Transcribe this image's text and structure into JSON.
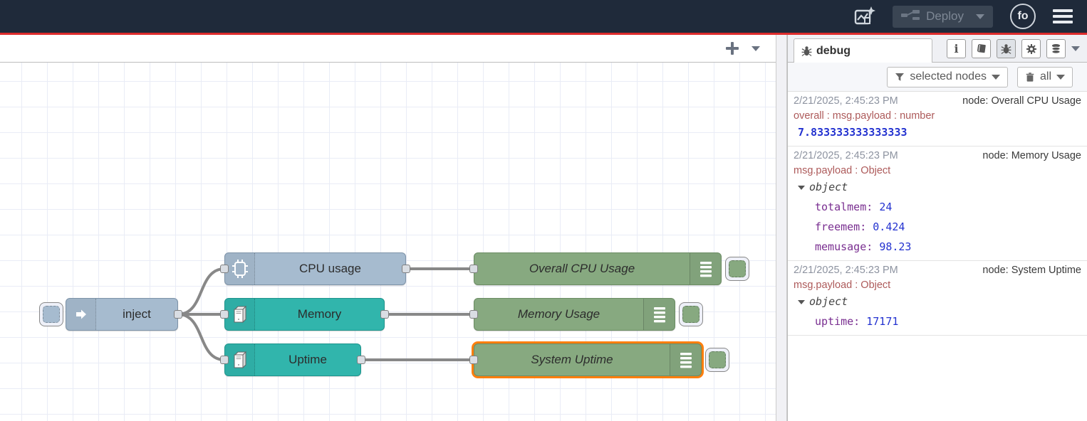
{
  "header": {
    "deploy_label": "Deploy",
    "avatar_initials": "fo",
    "colors": {
      "background": "#1f2a3a",
      "accent_red": "#dd2c2c",
      "deploy_bg": "#3a4553"
    }
  },
  "canvas": {
    "nodes": {
      "inject": {
        "label": "inject",
        "color": "#a6bbcf"
      },
      "cpu": {
        "label": "CPU usage",
        "color": "#a6bbcf"
      },
      "memory": {
        "label": "Memory",
        "color": "#31b5ac"
      },
      "uptime": {
        "label": "Uptime",
        "color": "#31b5ac"
      },
      "debug_cpu": {
        "label": "Overall CPU Usage",
        "color": "#87a980"
      },
      "debug_memory": {
        "label": "Memory Usage",
        "color": "#87a980"
      },
      "debug_uptime": {
        "label": "System Uptime",
        "color": "#87a980",
        "selected": true,
        "selection_color": "#ff7f0e"
      }
    }
  },
  "sidebar": {
    "tab_label": "debug",
    "info_glyph": "i",
    "filter_button_label": "selected nodes",
    "clear_button_label": "all",
    "messages": [
      {
        "timestamp": "2/21/2025, 2:45:23 PM",
        "node": "node: Overall CPU Usage",
        "meta": "overall : msg.payload : number",
        "value": "7.833333333333333"
      },
      {
        "timestamp": "2/21/2025, 2:45:23 PM",
        "node": "node: Memory Usage",
        "meta": "msg.payload : Object",
        "object_label": "object",
        "fields": [
          {
            "key": "totalmem:",
            "value": "24"
          },
          {
            "key": "freemem:",
            "value": "0.424"
          },
          {
            "key": "memusage:",
            "value": "98.23"
          }
        ]
      },
      {
        "timestamp": "2/21/2025, 2:45:23 PM",
        "node": "node: System Uptime",
        "meta": "msg.payload : Object",
        "object_label": "object",
        "fields": [
          {
            "key": "uptime:",
            "value": "17171"
          }
        ]
      }
    ]
  }
}
